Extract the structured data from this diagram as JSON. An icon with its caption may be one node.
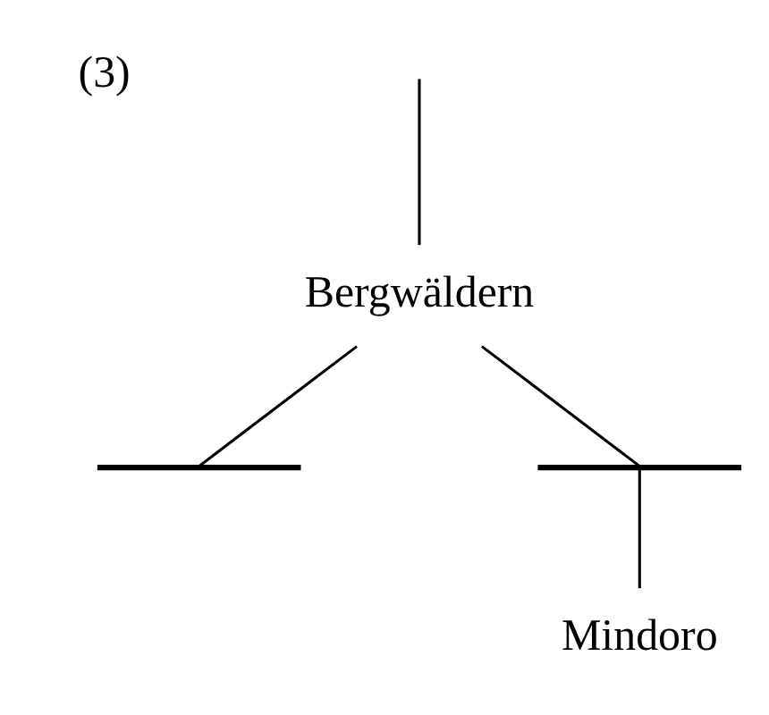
{
  "diagram": {
    "nodes": [
      {
        "text": [
          "Bergwäldern"
        ]
      },
      {
        "text": [],
        "shape": "bar"
      },
      {
        "text": [],
        "shape": "bar"
      },
      {
        "text": [
          "Mindoro"
        ]
      }
    ],
    "edges": [
      {
        "from": null,
        "to": 0,
        "arrow": "none"
      },
      {
        "from": 0,
        "to": 1,
        "arrow": "none"
      },
      {
        "from": 0,
        "to": 2,
        "arrow": "none"
      },
      {
        "from": 2,
        "to": 3,
        "arrow": "none"
      }
    ],
    "labels": [
      "(3)"
    ]
  }
}
